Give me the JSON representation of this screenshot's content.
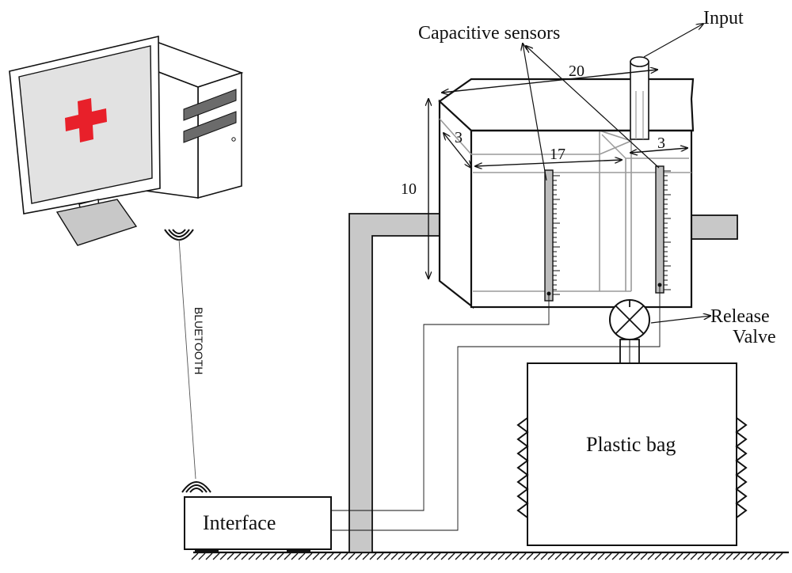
{
  "labels": {
    "input": "Input",
    "capacitive_sensors": "Capacitive sensors",
    "release": "Release",
    "valve": "Valve",
    "plastic_bag": "Plastic bag",
    "interface": "Interface",
    "bluetooth": "BLUETOOTH"
  },
  "dimensions": {
    "width": "20",
    "height": "10",
    "depth": "3",
    "main_chamber": "17",
    "small_chamber": "3"
  },
  "colors": {
    "stroke": "#111111",
    "pipe_fill": "#c8c8c8",
    "screen_fill": "#e2e2e2",
    "cross": "#e8202a",
    "inner_wall": "#9a9a9a"
  }
}
